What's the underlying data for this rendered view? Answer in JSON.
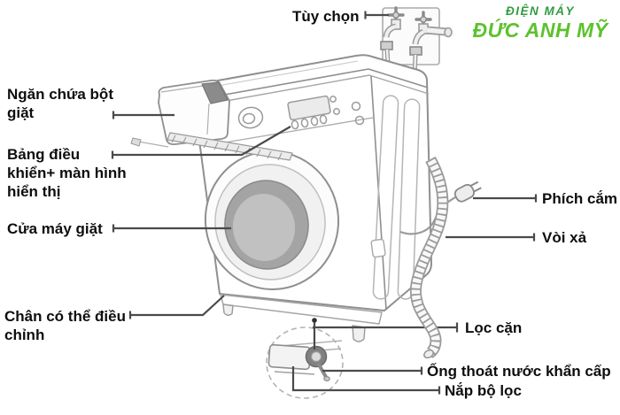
{
  "brand": {
    "top": "ĐIỆN MÁY",
    "name": "ĐỨC ANH MỸ",
    "top_color": "#2f9c3f",
    "name_color": "#5cc22d"
  },
  "labels": {
    "tuy_chon": {
      "lines": [
        "Tùy chọn"
      ]
    },
    "ngan_chua_bot_giat": {
      "lines": [
        "Ngăn chứa bột",
        "giặt"
      ]
    },
    "bang_dieu_khien_man_hinh": {
      "lines": [
        "Bảng điều",
        "khiển+ màn hình",
        "hiển thị"
      ]
    },
    "cua_may_giat": {
      "lines": [
        "Cửa máy giặt"
      ]
    },
    "chan_dieu_chinh": {
      "lines": [
        "Chân có thể điều",
        "chỉnh"
      ]
    },
    "phich_cam": {
      "lines": [
        "Phích cắm"
      ]
    },
    "voi_xa": {
      "lines": [
        "Vòi xả"
      ]
    },
    "loc_can": {
      "lines": [
        "Lọc cặn"
      ]
    },
    "ong_thoat_nuoc_khan_cap": {
      "lines": [
        "Ống thoát nước khẩn cấp"
      ]
    },
    "nap_bo_loc": {
      "lines": [
        "Nắp bộ lọc"
      ]
    }
  },
  "colors": {
    "callout_line": "#4a4a4a",
    "label_text": "#0e0e0e",
    "machine_outline": "#8f8f8f"
  }
}
